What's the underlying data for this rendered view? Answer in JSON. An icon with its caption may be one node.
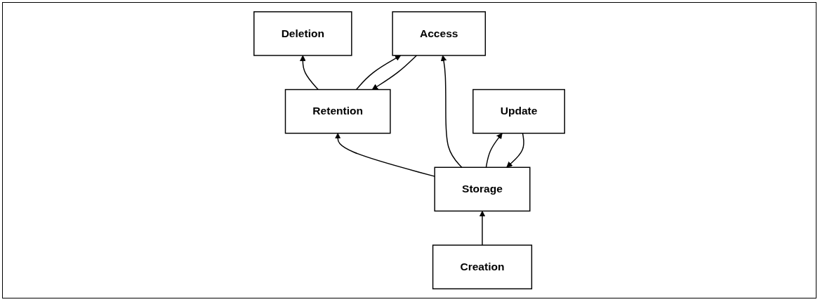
{
  "diagram": {
    "nodes": [
      {
        "text": [
          "Deletion"
        ]
      },
      {
        "text": [
          "Retention"
        ]
      },
      {
        "text": [
          "Access"
        ]
      },
      {
        "text": [
          "Storage"
        ]
      },
      {
        "text": [
          "Update"
        ]
      },
      {
        "text": [
          "Creation"
        ]
      }
    ],
    "edges": [
      {
        "from": 5,
        "to": 3,
        "arrow": "to"
      },
      {
        "from": 3,
        "to": 1,
        "arrow": "to"
      },
      {
        "from": 1,
        "to": 0,
        "arrow": "to"
      },
      {
        "from": 3,
        "to": 2,
        "arrow": "to"
      },
      {
        "from": 3,
        "to": 4,
        "arrow": "to"
      },
      {
        "from": 4,
        "to": 3,
        "arrow": "to"
      },
      {
        "from": 1,
        "to": 2,
        "arrow": "to"
      },
      {
        "from": 2,
        "to": 1,
        "arrow": "to"
      }
    ]
  }
}
